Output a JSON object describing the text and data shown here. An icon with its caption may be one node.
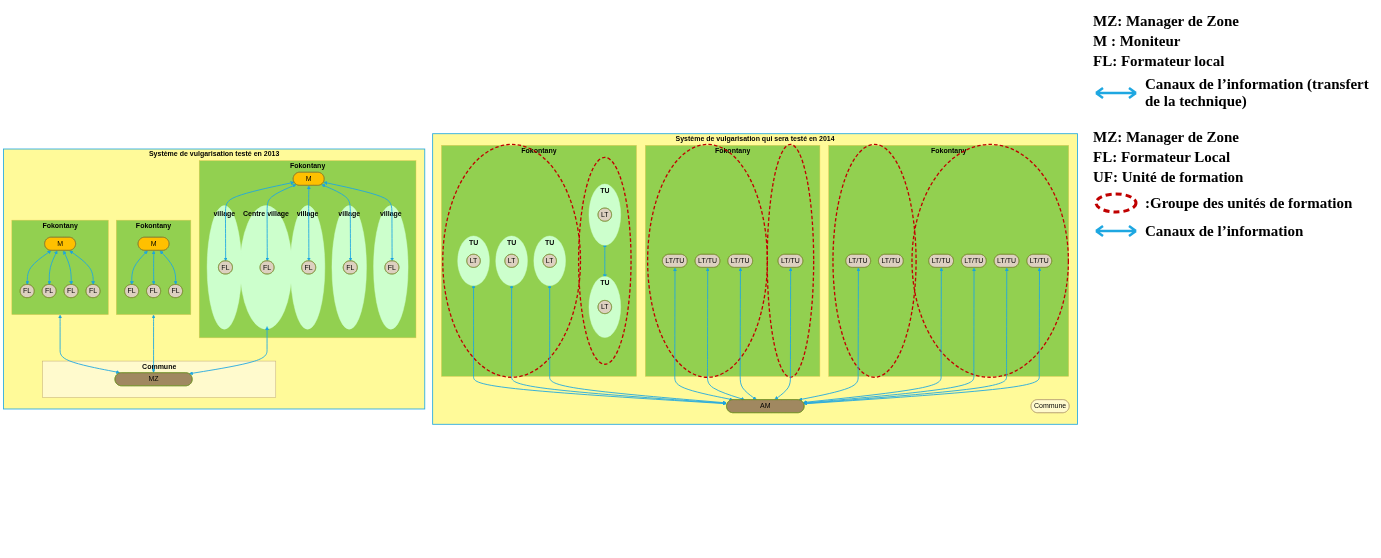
{
  "diagram": {
    "nodes": [
      {
        "text": [
          "Système de vulgarisation testé en 2013"
        ]
      },
      {
        "text": [
          "Fokontany"
        ],
        "in": 0
      },
      {
        "text": [
          "M"
        ],
        "in": 1
      },
      {
        "text": [
          "FL"
        ],
        "in": 1
      },
      {
        "text": [
          "FL"
        ],
        "in": 1
      },
      {
        "text": [
          "FL"
        ],
        "in": 1
      },
      {
        "text": [
          "FL"
        ],
        "in": 1
      },
      {
        "text": [
          "Fokontany"
        ],
        "in": 0
      },
      {
        "text": [
          "M"
        ],
        "in": 7
      },
      {
        "text": [
          "FL"
        ],
        "in": 7
      },
      {
        "text": [
          "FL"
        ],
        "in": 7
      },
      {
        "text": [
          "FL"
        ],
        "in": 7
      },
      {
        "text": [
          "Fokontany"
        ],
        "in": 0
      },
      {
        "text": [
          "M"
        ],
        "in": 12
      },
      {
        "text": [
          "village"
        ],
        "in": 12
      },
      {
        "text": [
          "FL"
        ],
        "in": 14
      },
      {
        "text": [
          "Centre village"
        ],
        "in": 12
      },
      {
        "text": [
          "FL"
        ],
        "in": 16
      },
      {
        "text": [
          "village"
        ],
        "in": 12
      },
      {
        "text": [
          "FL"
        ],
        "in": 18
      },
      {
        "text": [
          "village"
        ],
        "in": 12
      },
      {
        "text": [
          "FL"
        ],
        "in": 20
      },
      {
        "text": [
          "village"
        ],
        "in": 12
      },
      {
        "text": [
          "FL"
        ],
        "in": 22
      },
      {
        "text": [
          "Commune"
        ],
        "in": 0
      },
      {
        "text": [
          "MZ"
        ],
        "in": 24
      },
      {
        "text": [
          "Système de vulgarisation qui sera testé en 2014"
        ]
      },
      {
        "text": [
          "Commune"
        ],
        "in": 26
      },
      {
        "text": [
          "Fokontany"
        ],
        "in": 26
      },
      {
        "text": [],
        "shape": "circle",
        "in": 28
      },
      {
        "text": [
          "LT/TU"
        ],
        "in": 29
      },
      {
        "text": [
          "LT/TU"
        ],
        "in": 29
      },
      {
        "text": [],
        "shape": "circle",
        "in": 28
      },
      {
        "text": [
          "LT/TU"
        ],
        "in": 32
      },
      {
        "text": [
          "LT/TU"
        ],
        "in": 32
      },
      {
        "text": [
          "LT/TU"
        ],
        "in": 32
      },
      {
        "text": [
          "LT/TU"
        ],
        "in": 32
      },
      {
        "text": [
          "Fokontany"
        ],
        "in": 26
      },
      {
        "text": [],
        "shape": "circle",
        "in": 37
      },
      {
        "text": [
          "LT/TU"
        ],
        "in": 38
      },
      {
        "text": [],
        "shape": "circle",
        "in": 37
      },
      {
        "text": [
          "LT/TU"
        ],
        "in": 40
      },
      {
        "text": [
          "LT/TU"
        ],
        "in": 40
      },
      {
        "text": [
          "LT/TU"
        ],
        "in": 40
      },
      {
        "text": [
          "Fokontany"
        ],
        "in": 26
      },
      {
        "text": [],
        "shape": "circle",
        "in": 44
      },
      {
        "text": [
          "TU"
        ],
        "in": 45
      },
      {
        "text": [
          "LT"
        ],
        "in": 46
      },
      {
        "text": [
          "TU"
        ],
        "in": 45
      },
      {
        "text": [
          "LT"
        ],
        "in": 48
      },
      {
        "text": [
          "TU"
        ],
        "in": 45
      },
      {
        "text": [
          "LT"
        ],
        "in": 50
      },
      {
        "text": [],
        "shape": "circle",
        "in": 44
      },
      {
        "text": [
          "TU"
        ],
        "in": 52
      },
      {
        "text": [
          "LT"
        ],
        "in": 53
      },
      {
        "text": [
          "TU"
        ],
        "in": 52
      },
      {
        "text": [
          "LT"
        ],
        "in": 55
      },
      {
        "text": [
          "AM"
        ],
        "in": 26
      }
    ],
    "edges": [
      {
        "from": 2,
        "to": 3,
        "arrow": "both"
      },
      {
        "from": 2,
        "to": 4,
        "arrow": "both"
      },
      {
        "from": 2,
        "to": 5,
        "arrow": "both"
      },
      {
        "from": 2,
        "to": 6,
        "arrow": "both"
      },
      {
        "from": 8,
        "to": 9,
        "arrow": "both"
      },
      {
        "from": 8,
        "to": 10,
        "arrow": "both"
      },
      {
        "from": 8,
        "to": 11,
        "arrow": "both"
      },
      {
        "from": 25,
        "to": 1,
        "arrow": "both"
      },
      {
        "from": 25,
        "to": 7,
        "arrow": "both"
      },
      {
        "from": 25,
        "to": 16,
        "arrow": "both"
      },
      {
        "from": 13,
        "to": 15,
        "arrow": "both"
      },
      {
        "from": 13,
        "to": 17,
        "arrow": "both"
      },
      {
        "from": 13,
        "to": 19,
        "arrow": "both"
      },
      {
        "from": 13,
        "to": 21,
        "arrow": "both"
      },
      {
        "from": 13,
        "to": 23,
        "arrow": "both"
      },
      {
        "from": 57,
        "to": 31,
        "arrow": "both"
      },
      {
        "from": 57,
        "to": 34,
        "arrow": "both"
      },
      {
        "from": 57,
        "to": 36,
        "arrow": "both"
      },
      {
        "from": 57,
        "to": 33,
        "arrow": "both"
      },
      {
        "from": 57,
        "to": 35,
        "arrow": "both"
      },
      {
        "from": 57,
        "to": 41,
        "arrow": "both"
      },
      {
        "from": 57,
        "to": 39,
        "arrow": "both"
      },
      {
        "from": 57,
        "to": 42,
        "arrow": "both"
      },
      {
        "from": 57,
        "to": 43,
        "arrow": "both"
      },
      {
        "from": 57,
        "to": 46,
        "arrow": "both"
      },
      {
        "from": 57,
        "to": 48,
        "arrow": "both"
      },
      {
        "from": 57,
        "to": 50,
        "arrow": "both"
      },
      {
        "from": 53,
        "to": 55,
        "arrow": "both"
      }
    ],
    "labels": [
      "MZ: Manager de Zone",
      "M : Moniteur",
      "FL: Formateur local",
      "MZ: Manager de Zone",
      "FL: Formateur Local",
      "UF: Unité de formation"
    ],
    "legend": [
      {
        "text": "Canaux de l’information (transfert de la technique)"
      },
      {
        "text": ":Groupe des unités de formation"
      },
      {
        "text": "Canaux de l’information"
      }
    ]
  }
}
